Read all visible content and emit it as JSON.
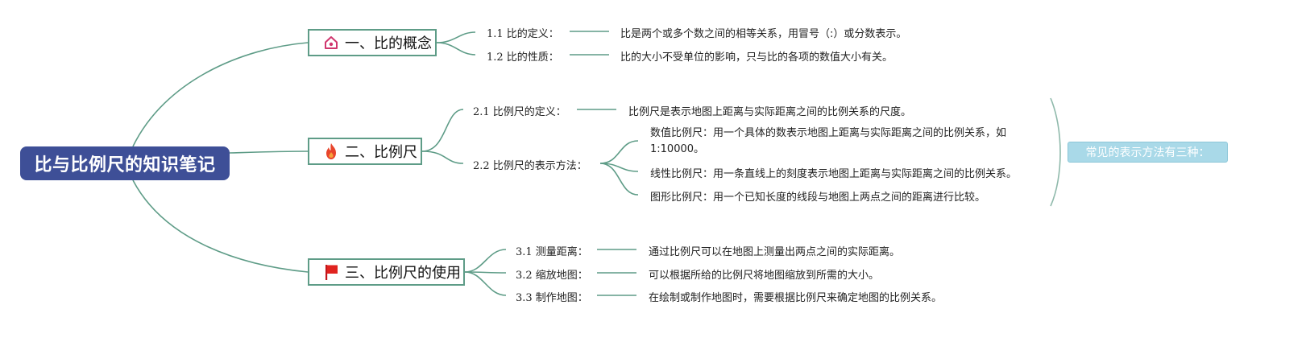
{
  "root": {
    "title": "比与比例尺的知识笔记"
  },
  "branches": [
    {
      "title": "一、比的概念",
      "icon": "home-icon",
      "items": [
        {
          "label": "1.1 比的定义：",
          "text": "比是两个或多个数之间的相等关系，用冒号（:）或分数表示。"
        },
        {
          "label": "1.2 比的性质：",
          "text": "比的大小不受单位的影响，只与比的各项的数值大小有关。"
        }
      ]
    },
    {
      "title": "二、比例尺",
      "icon": "fire-icon",
      "items": [
        {
          "label": "2.1 比例尺的定义：",
          "text": "比例尺是表示地图上距离与实际距离之间的比例关系的尺度。"
        },
        {
          "label": "2.2 比例尺的表示方法：",
          "subitems": [
            "数值比例尺：用一个具体的数表示地图上距离与实际距离之间的比例关系，如1:10000。",
            "线性比例尺：用一条直线上的刻度表示地图上距离与实际距离之间的比例关系。",
            "图形比例尺：用一个已知长度的线段与地图上两点之间的距离进行比较。"
          ]
        }
      ],
      "summary": "常见的表示方法有三种："
    },
    {
      "title": "三、比例尺的使用",
      "icon": "flag-icon",
      "items": [
        {
          "label": "3.1 测量距离：",
          "text": "通过比例尺可以在地图上测量出两点之间的实际距离。"
        },
        {
          "label": "3.2 缩放地图：",
          "text": "可以根据所给的比例尺将地图缩放到所需的大小。"
        },
        {
          "label": "3.3 制作地图：",
          "text": "在绘制或制作地图时，需要根据比例尺来确定地图的比例关系。"
        }
      ]
    }
  ],
  "colors": {
    "root": "#3e4f97",
    "line": "#5e9c87",
    "summary": "#a9d9e8"
  }
}
